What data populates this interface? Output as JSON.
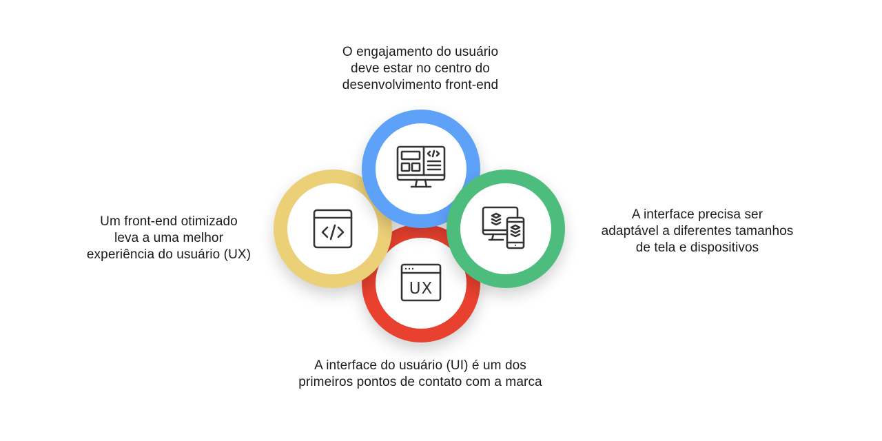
{
  "diagram": {
    "colors": {
      "blue": "#5ea1f8",
      "green": "#4dbd7d",
      "red": "#e8412f",
      "yellow": "#ecd077",
      "icon_stroke": "#333333"
    },
    "nodes": [
      {
        "id": "blue",
        "icon": "monitor-code-layout-icon",
        "label_lines": [
          "O engajamento do usuário",
          "deve estar no centro do",
          "desenvolvimento front-end"
        ]
      },
      {
        "id": "green",
        "icon": "responsive-devices-icon",
        "label_lines": [
          "A interface precisa ser",
          "adaptável a diferentes tamanhos",
          "de tela e dispositivos"
        ]
      },
      {
        "id": "red",
        "icon": "ux-browser-window-icon",
        "label_lines": [
          "A interface do usuário (UI) é um dos",
          "primeiros pontos de contato com a marca"
        ],
        "icon_text": "UX"
      },
      {
        "id": "yellow",
        "icon": "code-window-icon",
        "label_lines": [
          "Um front-end otimizado",
          "leva a uma melhor",
          "experiência do usuário (UX)"
        ]
      }
    ]
  }
}
